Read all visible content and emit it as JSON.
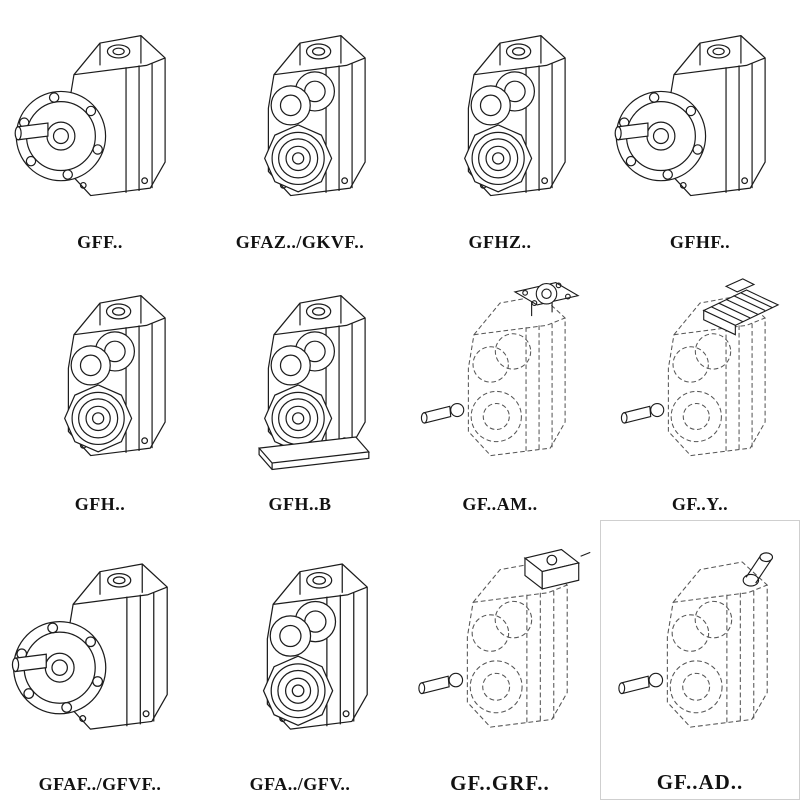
{
  "colors": {
    "ink": "#1c1c1c",
    "dashed_ink": "#555555",
    "background": "#ffffff"
  },
  "catalog": {
    "items": [
      {
        "label": "GFF..",
        "drawing": "gearbox-flange-output"
      },
      {
        "label": "GFAZ../GKVF..",
        "drawing": "gearbox-hollow-shaft"
      },
      {
        "label": "GFHZ..",
        "drawing": "gearbox-hollow-shaft"
      },
      {
        "label": "GFHF..",
        "drawing": "gearbox-flange-output"
      },
      {
        "label": "GFH..",
        "drawing": "gearbox-hollow-shaft"
      },
      {
        "label": "GFH..B",
        "drawing": "gearbox-hollow-shaft-base"
      },
      {
        "label": "GF..AM..",
        "drawing": "gearbox-phantom-input-flange"
      },
      {
        "label": "GF..Y..",
        "drawing": "gearbox-phantom-motor"
      },
      {
        "label": "GFAF../GFVF..",
        "drawing": "gearbox-flange-output"
      },
      {
        "label": "GFA../GFV..",
        "drawing": "gearbox-hollow-shaft"
      },
      {
        "label": "GF..GRF..",
        "drawing": "gearbox-phantom-adapter"
      },
      {
        "label": "GF..AD..",
        "drawing": "gearbox-phantom-input-shaft"
      }
    ]
  }
}
